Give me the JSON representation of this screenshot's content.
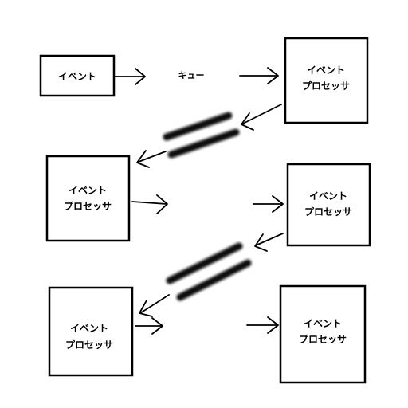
{
  "diagram": {
    "source_label": "イベント",
    "processor_line1": "イベント",
    "processor_line2": "プロセッサ",
    "queue_label": "キュー"
  }
}
